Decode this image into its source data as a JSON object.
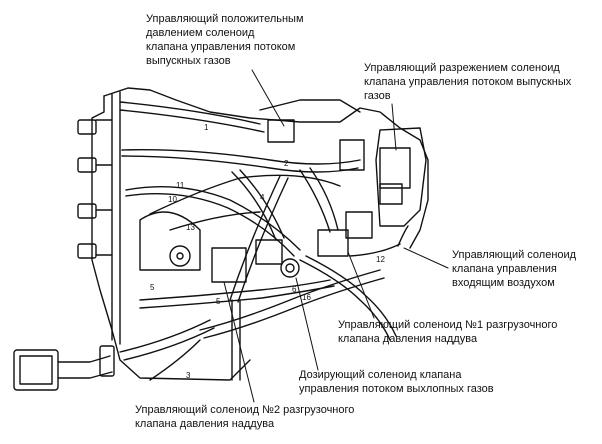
{
  "callouts": {
    "positive_pressure_egr_solenoid": "Управляющий положительным\nдавлением соленоид\nклапана управления потоком\nвыпускных газов",
    "vacuum_egr_solenoid": "Управляющий разрежением соленоид\nклапана управления потоком выпускных\nгазов",
    "intake_air_control_solenoid": "Управляющий соленоид\nклапана управления\nвходящим воздухом",
    "boost_relief_solenoid_1": "Управляющий соленоид №1 разгрузочного\nклапана давления наддува",
    "exhaust_flow_metering_solenoid": "Дозирующий соленоид клапана\nуправления потоком выхлопных газов",
    "boost_relief_solenoid_2": "Управляющий соленоид №2 разгрузочного\nклапана давления наддува"
  },
  "hose_numbers": [
    "1",
    "2",
    "3",
    "4",
    "5",
    "5",
    "6",
    "10",
    "11",
    "12",
    "13",
    "16"
  ],
  "colors": {
    "ink": "#111111",
    "background": "#ffffff"
  }
}
